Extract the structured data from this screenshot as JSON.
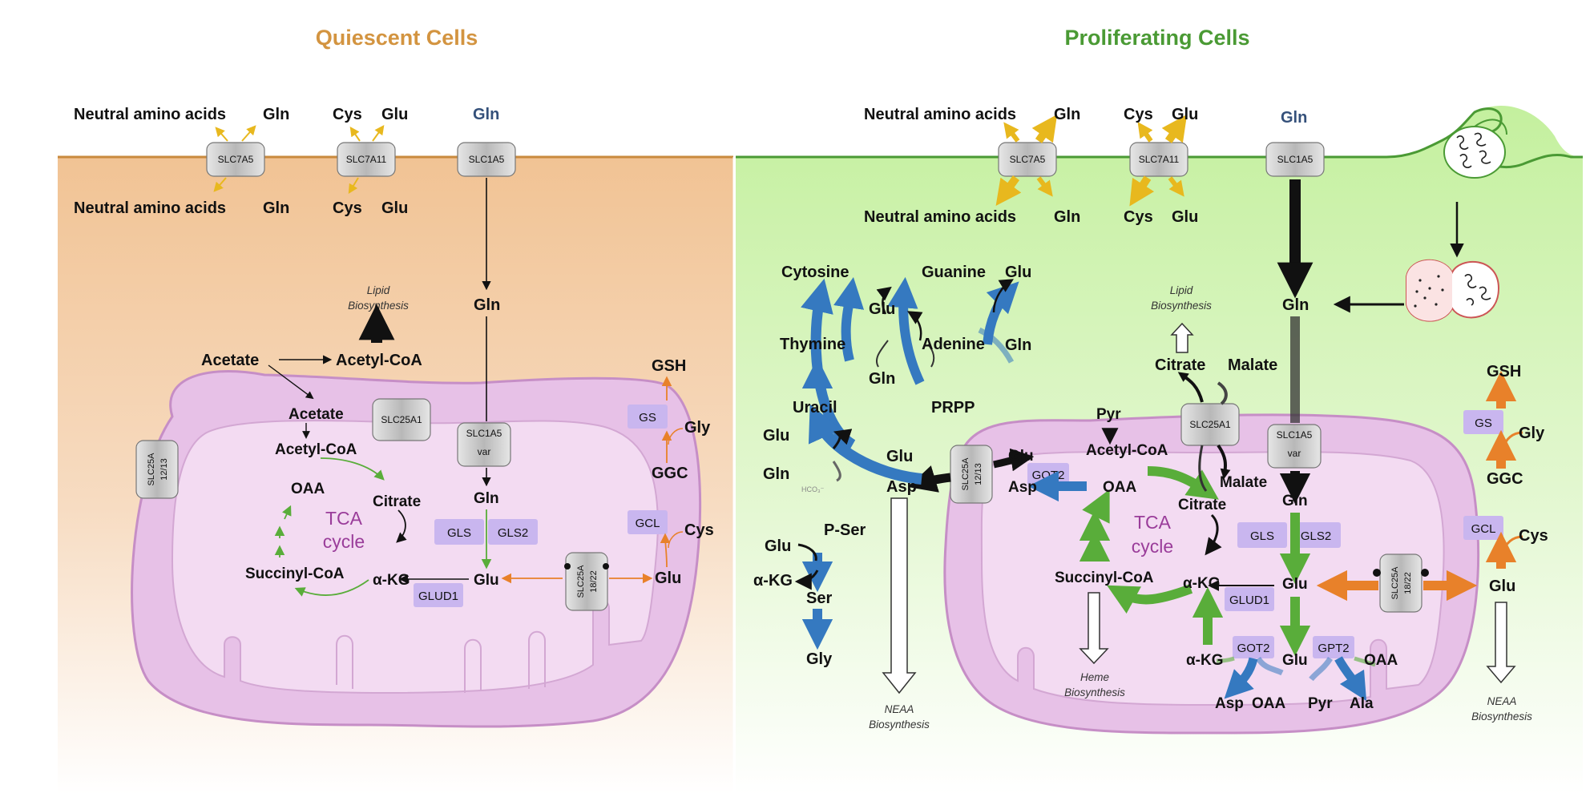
{
  "titles": {
    "quiescent": "Quiescent Cells",
    "proliferating": "Proliferating Cells"
  },
  "colors": {
    "quiescent_title": "#d39440",
    "proliferating_title": "#4a9a34",
    "tca_label": "#9a3d9a",
    "green_arrow": "#59ad3a",
    "blue_arrow": "#3579c0",
    "orange_arrow": "#e8812a",
    "yellow_arrow": "#e8b81e",
    "enzyme_box": "#c9b6ef"
  },
  "q": {
    "neutral_out": "Neutral amino acids",
    "gln_out": "Gln",
    "cys_out": "Cys",
    "glu_out": "Glu",
    "gln_top": "Gln",
    "slc7a5": "SLC7A5",
    "slc7a11": "SLC7A11",
    "slc1a5": "SLC1A5",
    "neutral_in": "Neutral amino acids",
    "gln_in": "Gln",
    "cys_in": "Cys",
    "glu_in": "Glu",
    "gln_cyto": "Gln",
    "lipid1": "Lipid",
    "lipid2": "Biosynthesis",
    "acetate": "Acetate",
    "acetyl_coa": "Acetyl-CoA",
    "gsh": "GSH",
    "gs": "GS",
    "gly": "Gly",
    "ggc": "GGC",
    "gcl": "GCL",
    "cys_r": "Cys",
    "glu_r": "Glu",
    "acetate_m": "Acetate",
    "slc25a1": "SLC25A1",
    "acetyl_coa_m": "Acetyl-CoA",
    "slc1a5var1": "SLC1A5",
    "slc1a5var2": "var",
    "slc25a12_1": "SLC25A",
    "slc25a12_2": "12/13",
    "oaa": "OAA",
    "citrate": "Citrate",
    "tca1": "TCA",
    "tca2": "cycle",
    "succ": "Succinyl-CoA",
    "akg": "α-KG",
    "glud1": "GLUD1",
    "gln_m": "Gln",
    "gls": "GLS",
    "gls2": "GLS2",
    "glu_m": "Glu",
    "slc25a18_1": "SLC25A",
    "slc25a18_2": "18/22"
  },
  "p": {
    "neutral_out": "Neutral amino acids",
    "gln_out": "Gln",
    "cys_out": "Cys",
    "glu_out": "Glu",
    "gln_top": "Gln",
    "slc7a5": "SLC7A5",
    "slc7a11": "SLC7A11",
    "slc1a5": "SLC1A5",
    "neutral_in": "Neutral amino acids",
    "gln_in": "Gln",
    "cys_in": "Cys",
    "glu_in": "Glu",
    "cytosine": "Cytosine",
    "guanine": "Guanine",
    "glu_g": "Glu",
    "glu_mid": "Glu",
    "thymine": "Thymine",
    "adenine": "Adenine",
    "gln_a": "Gln",
    "gln_mid": "Gln",
    "uracil": "Uracil",
    "prpp": "PRPP",
    "glu_u": "Glu",
    "gln_u": "Gln",
    "hco3": "HCO₃⁻",
    "pser": "P-Ser",
    "glu_s": "Glu",
    "akg_s": "α-KG",
    "ser": "Ser",
    "gly_s": "Gly",
    "glu_asp": "Glu",
    "asp": "Asp",
    "neaa1": "NEAA",
    "neaa2": "Biosynthesis",
    "lipid1": "Lipid",
    "lipid2": "Biosynthesis",
    "citrate_c": "Citrate",
    "malate_c": "Malate",
    "gln_cyto": "Gln",
    "gsh": "GSH",
    "gs": "GS",
    "gly": "Gly",
    "ggc": "GGC",
    "gcl": "GCL",
    "cys_r": "Cys",
    "glu_r": "Glu",
    "neaa_r1": "NEAA",
    "neaa_r2": "Biosynthesis",
    "pyr": "Pyr",
    "acetyl_coa": "Acetyl-CoA",
    "slc25a1": "SLC25A1",
    "malate_m": "Malate",
    "slc1a5var1": "SLC1A5",
    "slc1a5var2": "var",
    "slc25a12_1": "SLC25A",
    "slc25a12_2": "12/13",
    "glu_m_in": "Glu",
    "asp_m": "Asp",
    "got2": "GOT2",
    "oaa": "OAA",
    "citrate_m": "Citrate",
    "tca1": "TCA",
    "tca2": "cycle",
    "succ": "Succinyl-CoA",
    "heme1": "Heme",
    "heme2": "Biosynthesis",
    "akg": "α-KG",
    "glud1": "GLUD1",
    "gln_m": "Gln",
    "gls": "GLS",
    "gls2": "GLS2",
    "glu_m": "Glu",
    "slc25a18_1": "SLC25A",
    "slc25a18_2": "18/22",
    "akg2": "α-KG",
    "got2b": "GOT2",
    "gpt2": "GPT2",
    "glu2": "Glu",
    "oaa2": "OAA",
    "asp2": "Asp",
    "oaa3": "OAA",
    "pyr2": "Pyr",
    "ala": "Ala"
  }
}
